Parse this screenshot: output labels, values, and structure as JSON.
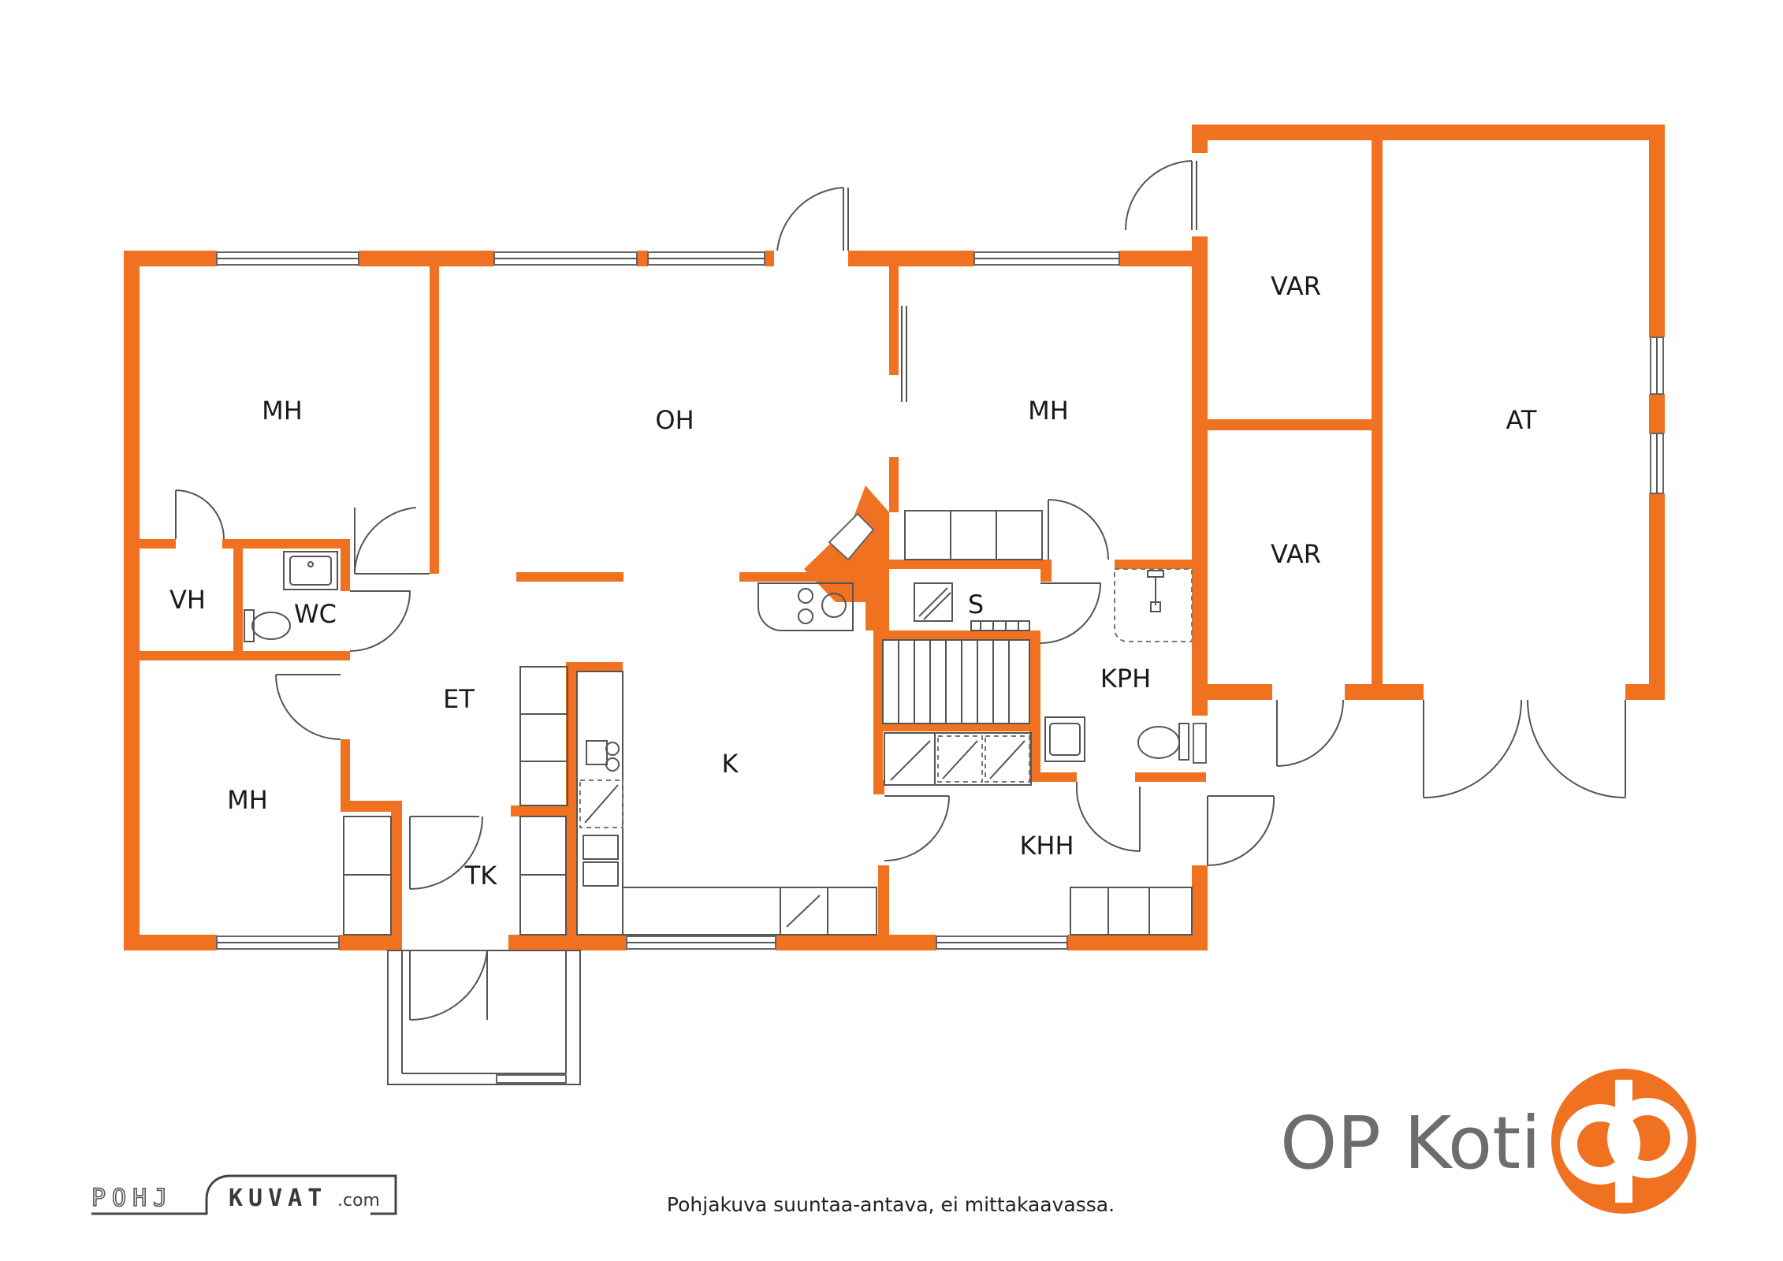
{
  "rooms": {
    "mh_top_left": "MH",
    "oh": "OH",
    "mh_top_right": "MH",
    "var_top": "VAR",
    "var_bottom": "VAR",
    "at": "AT",
    "vh": "VH",
    "wc": "WC",
    "et": "ET",
    "s": "S",
    "kph": "KPH",
    "k": "K",
    "mh_bottom_left": "MH",
    "tk": "TK",
    "khh": "KHH"
  },
  "disclaimer": "Pohjakuva suuntaa-antava, ei mittakaavassa.",
  "brand": {
    "name": "OP Koti",
    "color": "#f07120"
  },
  "watermark": {
    "left": "POHJ",
    "right": "KUVAT",
    "suffix": ".com"
  },
  "colors": {
    "wall": "#f07120",
    "line": "#555555"
  }
}
